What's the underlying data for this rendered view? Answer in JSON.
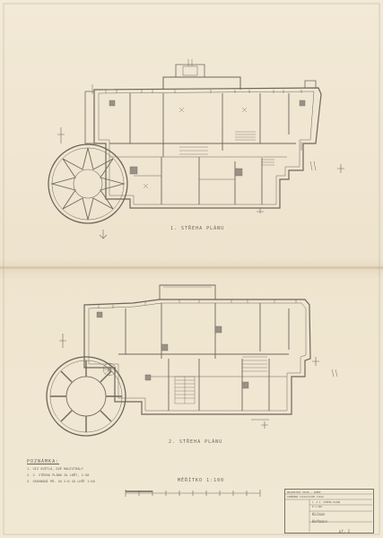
{
  "sheet": {
    "paper_color": "#f0e7d3",
    "ink_color": "#6e665c"
  },
  "plans": {
    "upper_title": "1. STŘEHA PLÁNU",
    "lower_title": "2. STŘEHA PLÁNU"
  },
  "scale": {
    "title": "MĚŘÍTKO 1:100"
  },
  "notes": {
    "heading": "POZNÁMKA:",
    "lines": [
      "1. VIZ SVĚTLÁ, DVĚ MAGISTRÁLY",
      "2. 2. STŘEHA PLÁNU ZA LHŮT, 1:50",
      "3. SROVNÁNÍ PŘ. ZA 2:0 ZA LHŮT 1:50"
    ]
  },
  "title_block": {
    "row1": "PROJEKTOVÝ ÚSTAV — ZÁMEK",
    "row2": "ZAMĚŘENÍ STÁVAJÍCÍHO STAVU",
    "row3": "1. A 2. STŘEHA PLÁNU",
    "row4": "M 1:100",
    "signature1": "Kolman",
    "signature2": "Hofmann"
  },
  "corner_note": "př. 2"
}
